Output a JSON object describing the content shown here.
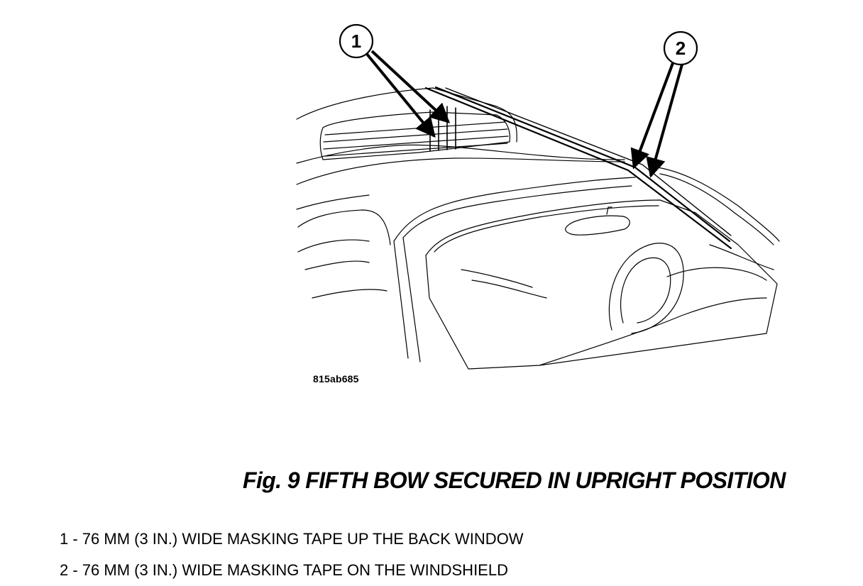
{
  "illustration": {
    "callouts": [
      {
        "number": "1"
      },
      {
        "number": "2"
      }
    ],
    "figure_code": "815ab685"
  },
  "caption": "Fig. 9 FIFTH BOW SECURED IN UPRIGHT POSITION",
  "legend": [
    {
      "text": "1 - 76 MM (3 IN.) WIDE MASKING TAPE UP THE BACK WINDOW"
    },
    {
      "text": "2 - 76 MM (3 IN.) WIDE MASKING TAPE ON THE WINDSHIELD"
    }
  ]
}
